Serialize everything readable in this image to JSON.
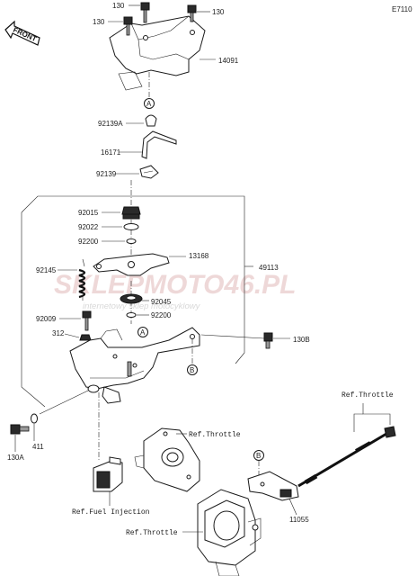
{
  "diagram_code": "E7110",
  "front_label": "FRONT",
  "watermark": {
    "main": "SKLEPMOTO46.PL",
    "sub": "internetowy sklep motocyklowy"
  },
  "part_labels": {
    "p130_top": "130",
    "p130_left": "130",
    "p130_right": "130",
    "p14091": "14091",
    "p92139A": "92139A",
    "p16171": "16171",
    "p92139": "92139",
    "p92015": "92015",
    "p92022": "92022",
    "p92200_upper": "92200",
    "p13168": "13168",
    "p49113": "49113",
    "p92145": "92145",
    "p92045": "92045",
    "p92009": "92009",
    "p92200_lower": "92200",
    "p312": "312",
    "p130B": "130B",
    "p411": "411",
    "p130A": "130A",
    "p11055": "11055"
  },
  "refs": {
    "throttle_top": "Ref.Throttle",
    "throttle_mid": "Ref.Throttle",
    "throttle_bottom": "Ref.Throttle",
    "fuel_injection": "Ref.Fuel Injection"
  },
  "callouts": {
    "a_top": "A",
    "a_mid": "A",
    "b_mid": "B",
    "b_lower": "B"
  }
}
